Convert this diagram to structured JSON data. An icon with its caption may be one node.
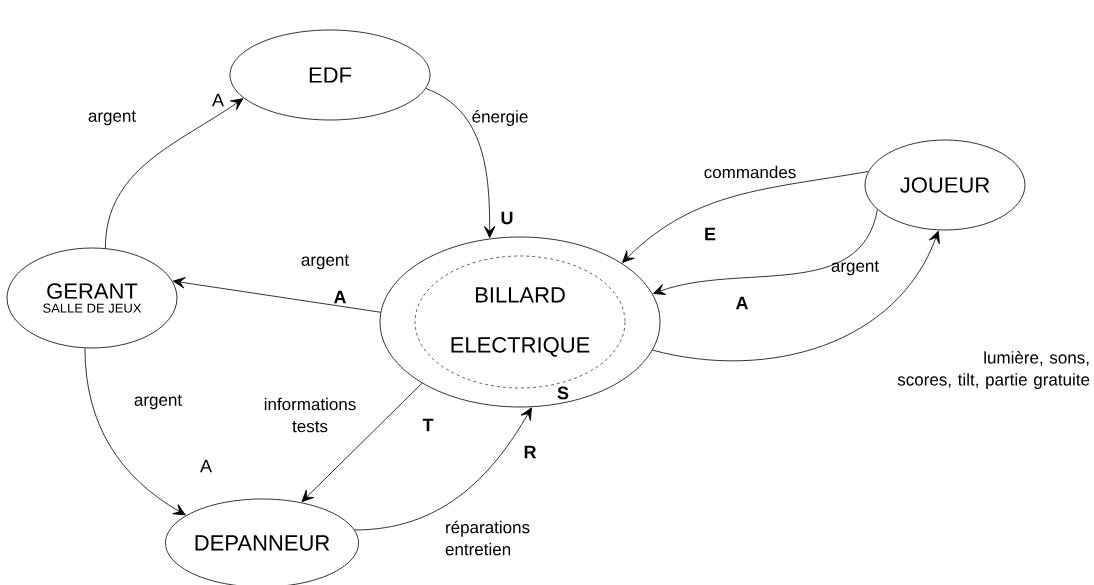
{
  "diagram": {
    "nodes": [
      {
        "text": [
          "EDF"
        ]
      },
      {
        "text": [
          "JOUEUR"
        ]
      },
      {
        "text": [
          "GERANT",
          "SALLE DE JEUX"
        ]
      },
      {
        "text": [
          "BILLARD ELECTRIQUE"
        ]
      },
      {
        "text": [
          "DEPANNEUR"
        ]
      }
    ],
    "edges": [
      {
        "from": 2,
        "to": 0,
        "arrow": "to",
        "label": "argent"
      },
      {
        "from": 0,
        "to": 3,
        "arrow": "to",
        "label": "énergie"
      },
      {
        "from": 3,
        "to": 2,
        "arrow": "to",
        "label": "argent"
      },
      {
        "from": 1,
        "to": 3,
        "arrow": "to",
        "label": "commandes"
      },
      {
        "from": 1,
        "to": 3,
        "arrow": "to",
        "label": "argent"
      },
      {
        "from": 3,
        "to": 1,
        "arrow": "to",
        "label": "lumière, sons, scores, tilt, partie gratuite"
      },
      {
        "from": 2,
        "to": 4,
        "arrow": "to",
        "label": "argent"
      },
      {
        "from": 3,
        "to": 4,
        "arrow": "to",
        "label": "informations tests"
      },
      {
        "from": 4,
        "to": 3,
        "arrow": "to",
        "label": "réparations entretien"
      }
    ],
    "labels": [
      "A",
      "U",
      "E",
      "A",
      "A",
      "S",
      "T",
      "R",
      "A"
    ]
  }
}
